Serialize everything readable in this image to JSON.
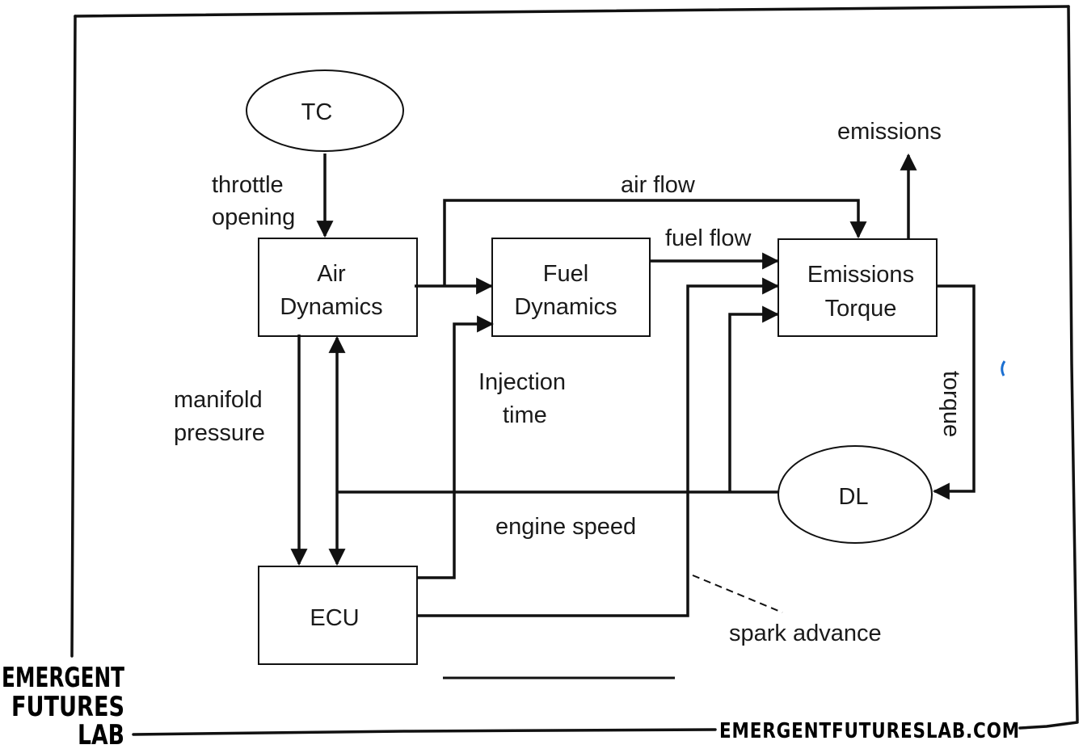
{
  "nodes": {
    "tc": "TC",
    "air_dynamics": [
      "Air",
      "Dynamics"
    ],
    "fuel_dynamics": [
      "Fuel",
      "Dynamics"
    ],
    "emissions_torque": [
      "Emissions",
      "Torque"
    ],
    "ecu": "ECU",
    "dl": "DL"
  },
  "edges": {
    "throttle_opening": [
      "throttle",
      "opening"
    ],
    "air_flow": "air flow",
    "fuel_flow": "fuel flow",
    "emissions": "emissions",
    "manifold_pressure": [
      "manifold",
      "pressure"
    ],
    "injection_time": [
      "Injection",
      "time"
    ],
    "torque": "torque",
    "engine_speed": "engine speed",
    "spark_advance": "spark advance"
  },
  "branding": {
    "logo": [
      "EMERGENT",
      "FUTURES",
      "LAB"
    ],
    "url": "EMERGENTFUTURESLAB.COM"
  }
}
